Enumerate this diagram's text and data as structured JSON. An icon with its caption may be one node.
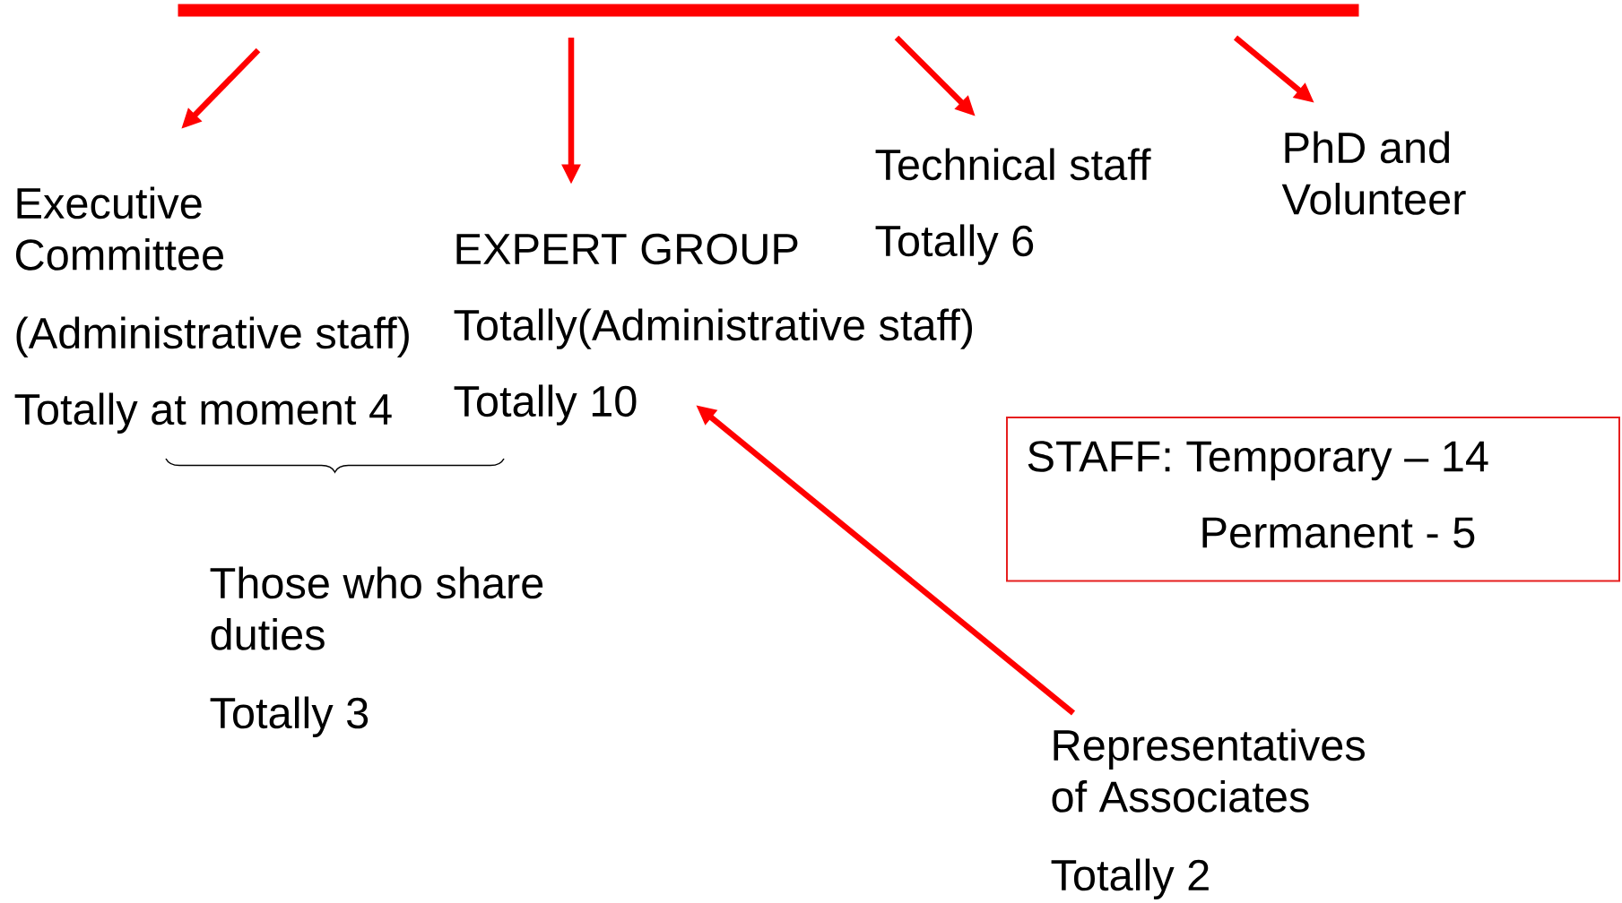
{
  "diagram": {
    "nodes": [
      {
        "text": [],
        "shape": "bar"
      },
      {
        "text": [
          "Executive Committee",
          "(Administrative staff)",
          "Totally at moment 4"
        ]
      },
      {
        "text": [
          "EXPERT GROUP",
          "Totally(Administrative staff)",
          "Totally 10"
        ]
      },
      {
        "text": [
          "Technical staff",
          "Totally 6"
        ]
      },
      {
        "text": [
          "PhD and Volunteer"
        ]
      },
      {
        "text": [
          "Those who share duties",
          "Totally 3"
        ]
      },
      {
        "text": [
          "STAFF: Temporary – 14",
          "Permanent - 5"
        ]
      },
      {
        "text": [
          "Representatives of Associates",
          "Totally 2"
        ]
      }
    ],
    "edges": [
      {
        "from": 0,
        "to": 1,
        "arrow": "to"
      },
      {
        "from": 0,
        "to": 2,
        "arrow": "to"
      },
      {
        "from": 0,
        "to": 3,
        "arrow": "to"
      },
      {
        "from": 0,
        "to": 4,
        "arrow": "to"
      },
      {
        "from": 7,
        "to": 2,
        "arrow": "to"
      }
    ]
  }
}
